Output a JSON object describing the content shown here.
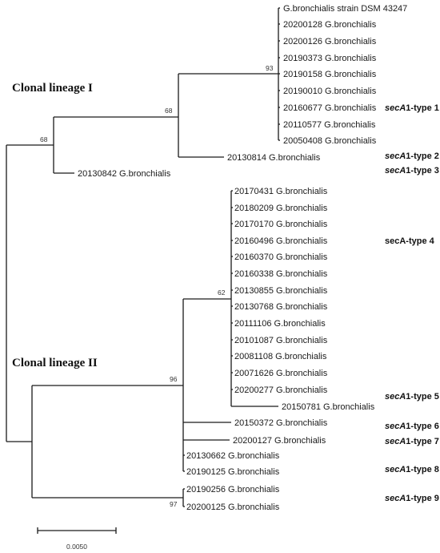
{
  "lineages": {
    "lineage_1": "Clonal lineage I",
    "lineage_2": "Clonal lineage II"
  },
  "leaves": {
    "l1": "G.bronchialis strain DSM 43247",
    "l2": "20200128 G.bronchialis",
    "l3": "20200126 G.bronchialis",
    "l4": "20190373 G.bronchialis",
    "l5": "20190158 G.bronchialis",
    "l6": "20190010 G.bronchialis",
    "l7": "20160677 G.bronchialis",
    "l8": "20110577 G.bronchialis",
    "l9": "20050408 G.bronchialis",
    "l10": "20130814 G.bronchialis",
    "l11": "20130842 G.bronchialis",
    "l12": "20170431 G.bronchialis",
    "l13": "20180209 G.bronchialis",
    "l14": "20170170 G.bronchialis",
    "l15": "20160496 G.bronchialis",
    "l16": "20160370 G.bronchialis",
    "l17": "20160338 G.bronchialis",
    "l18": "20130855 G.bronchialis",
    "l19": "20130768 G.bronchialis",
    "l20": "20111106 G.bronchialis",
    "l21": "20101087 G.bronchialis",
    "l22": "20081108 G.bronchialis",
    "l23": "20071626 G.bronchialis",
    "l24": "20200277 G.bronchialis",
    "l25": "20150781 G.bronchialis",
    "l26": "20150372 G.bronchialis",
    "l27": "20200127 G.bronchialis",
    "l28": "20130662 G.bronchialis",
    "l29": "20190125 G.bronchialis",
    "l30": "20190256 G.bronchialis",
    "l31": "20200125 G.bronchialis"
  },
  "bootstrap": {
    "b_root_upper": "68",
    "b_lineage1": "68",
    "b_strain_clade": "93",
    "b_lineage2": "96",
    "b_type4_clade": "62",
    "b_type9_clade": "97"
  },
  "types": {
    "t1": {
      "italic": "secA",
      "rest": "1-type 1"
    },
    "t2": {
      "italic": "secA",
      "rest": "1-type 2"
    },
    "t3": {
      "italic": "secA",
      "rest": "1-type 3"
    },
    "t4": {
      "italic": "",
      "rest": "secA-type 4"
    },
    "t5": {
      "italic": "secA",
      "rest": "1-type 5"
    },
    "t6": {
      "italic": "secA",
      "rest": "1-type 6"
    },
    "t7": {
      "italic": "secA",
      "rest": "1-type 7"
    },
    "t8": {
      "italic": "secA",
      "rest": "1-type 8"
    },
    "t9": {
      "italic": "secA",
      "rest": "1-type 9"
    }
  },
  "scale": {
    "label": "0.0050"
  }
}
